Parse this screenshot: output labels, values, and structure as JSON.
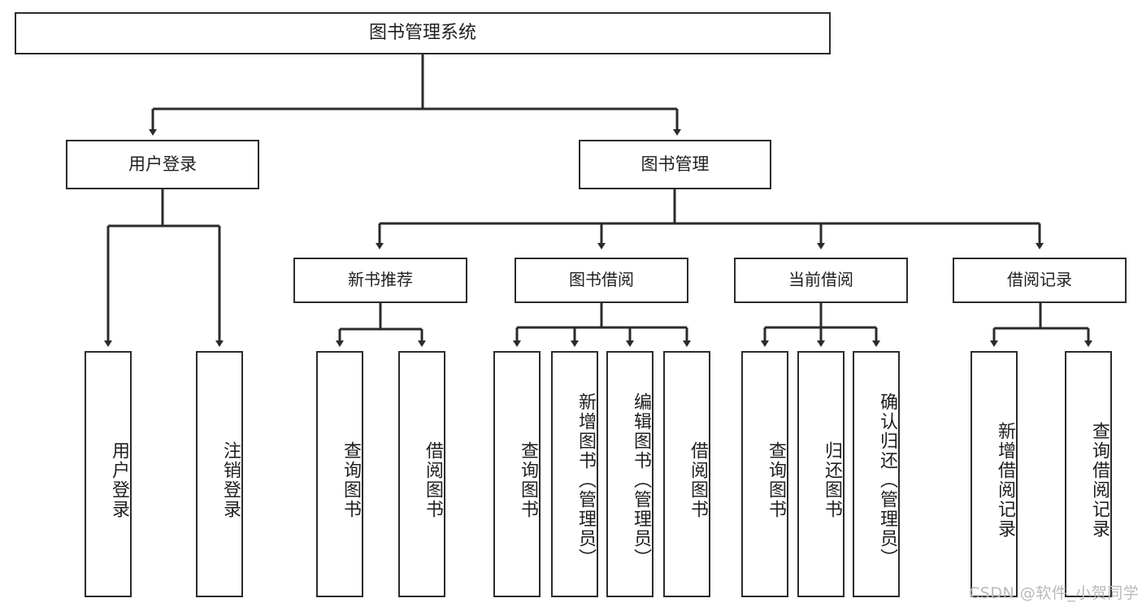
{
  "diagram": {
    "title": "图书管理系统",
    "type": "tree-hierarchy",
    "watermark": "CSDN @软件_小贺同学",
    "colors": {
      "background": "#ffffff",
      "box_border": "#2b2b2b",
      "box_fill": "#ffffff",
      "edge": "#2b2b2b",
      "text": "#1f1f1f",
      "watermark": "#b9b9b9"
    }
  },
  "nodes": {
    "root": {
      "label": "图书管理系统"
    },
    "level1": [
      {
        "id": "user-login",
        "label": "用户登录"
      },
      {
        "id": "book-manage",
        "label": "图书管理"
      }
    ],
    "level2": [
      {
        "id": "new-book-rec",
        "label": "新书推荐"
      },
      {
        "id": "book-borrow",
        "label": "图书借阅"
      },
      {
        "id": "current-borrow",
        "label": "当前借阅"
      },
      {
        "id": "borrow-record",
        "label": "借阅记录"
      }
    ],
    "leaves": {
      "user-login": [
        {
          "id": "leaf-user-login",
          "label": "用户登录"
        },
        {
          "id": "leaf-logout-login",
          "label": "注销登录"
        }
      ],
      "new-book-rec": [
        {
          "id": "leaf-query-book-1",
          "label": "查询图书"
        },
        {
          "id": "leaf-borrow-book-1",
          "label": "借阅图书"
        }
      ],
      "book-borrow": [
        {
          "id": "leaf-query-book-2",
          "label": "查询图书"
        },
        {
          "id": "leaf-add-book",
          "label": "新增图书（管理员）"
        },
        {
          "id": "leaf-edit-book",
          "label": "编辑图书（管理员）"
        },
        {
          "id": "leaf-borrow-book-2",
          "label": "借阅图书"
        }
      ],
      "current-borrow": [
        {
          "id": "leaf-query-book-3",
          "label": "查询图书"
        },
        {
          "id": "leaf-return-book",
          "label": "归还图书"
        },
        {
          "id": "leaf-confirm-return",
          "label": "确认归还（管理员）"
        }
      ],
      "borrow-record": [
        {
          "id": "leaf-add-record",
          "label": "新增借阅记录"
        },
        {
          "id": "leaf-query-record",
          "label": "查询借阅记录"
        }
      ]
    }
  }
}
